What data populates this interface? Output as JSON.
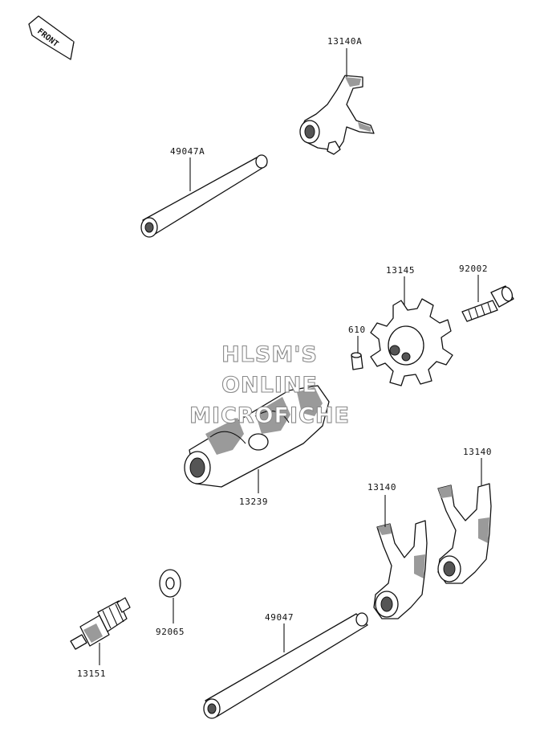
{
  "diagram": {
    "front_label": "FRONT",
    "watermark": [
      "HLSM'S",
      "ONLINE",
      "MICROFICHE"
    ],
    "parts": [
      {
        "id": "p13140A",
        "number": "13140A"
      },
      {
        "id": "p49047A",
        "number": "49047A"
      },
      {
        "id": "p13145",
        "number": "13145"
      },
      {
        "id": "p92002",
        "number": "92002"
      },
      {
        "id": "p610",
        "number": "610"
      },
      {
        "id": "p13239",
        "number": "13239"
      },
      {
        "id": "p13140a",
        "number": "13140"
      },
      {
        "id": "p13140b",
        "number": "13140"
      },
      {
        "id": "p92065",
        "number": "92065"
      },
      {
        "id": "p49047",
        "number": "49047"
      },
      {
        "id": "p13151",
        "number": "13151"
      }
    ]
  }
}
